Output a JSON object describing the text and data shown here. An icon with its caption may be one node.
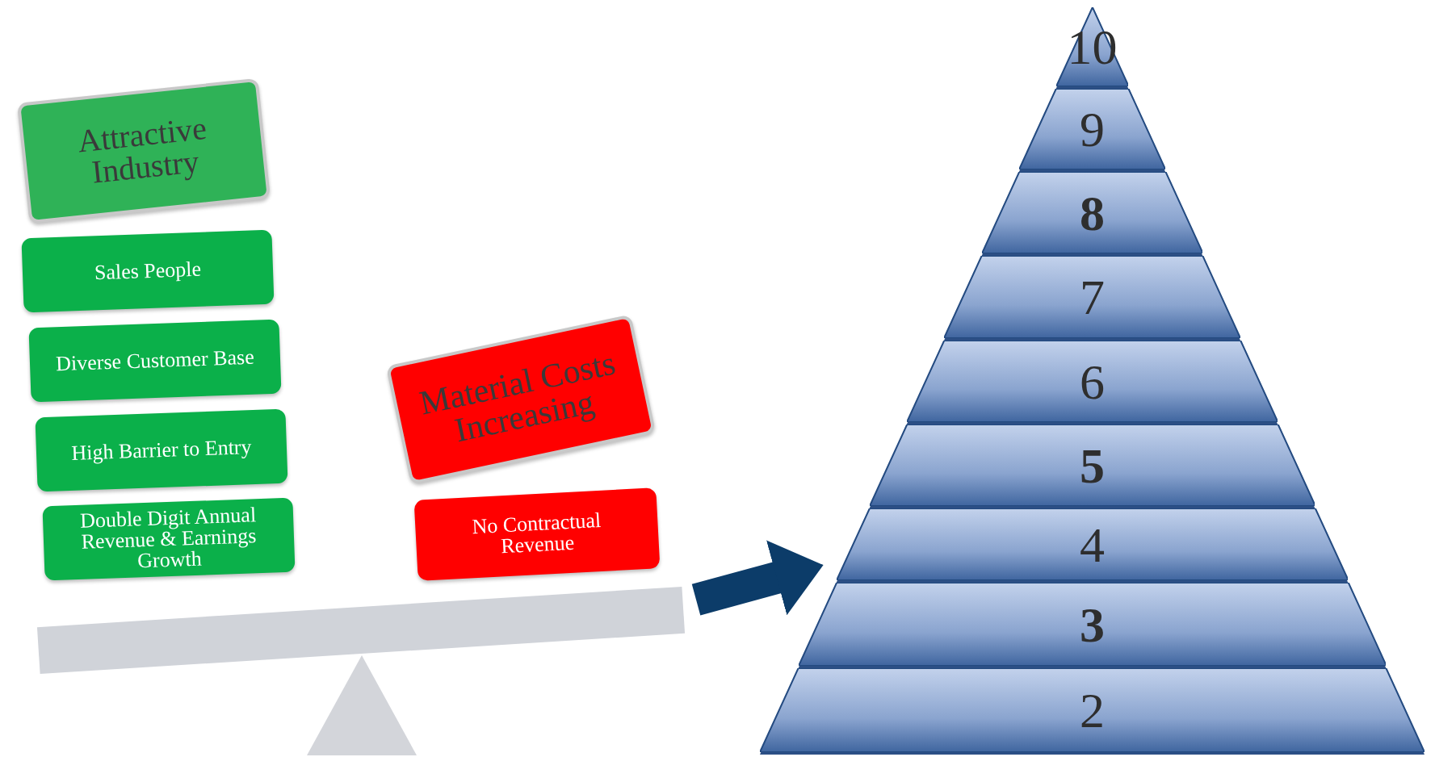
{
  "diagram": {
    "nodes": [
      {
        "text": [
          "Attractive Industry"
        ]
      },
      {
        "text": [
          "Sales People"
        ]
      },
      {
        "text": [
          "Diverse Customer Base"
        ]
      },
      {
        "text": [
          "High Barrier to Entry"
        ]
      },
      {
        "text": [
          "Double Digit Annual Revenue & Earnings Growth"
        ]
      },
      {
        "text": [
          "Material Costs Increasing"
        ]
      },
      {
        "text": [
          "No Contractual Revenue"
        ]
      },
      {
        "text": [],
        "shape": "bar"
      },
      {
        "text": [],
        "shape": "triangle"
      },
      {
        "text": [],
        "shape": "triangle"
      },
      {
        "text": [
          "10"
        ],
        "in": 9
      },
      {
        "text": [
          "9"
        ],
        "in": 9
      },
      {
        "text": [
          "8"
        ],
        "in": 9
      },
      {
        "text": [
          "7"
        ],
        "in": 9
      },
      {
        "text": [
          "6"
        ],
        "in": 9
      },
      {
        "text": [
          "5"
        ],
        "in": 9
      },
      {
        "text": [
          "4"
        ],
        "in": 9
      },
      {
        "text": [
          "3"
        ],
        "in": 9
      },
      {
        "text": [
          "2"
        ],
        "in": 9
      }
    ],
    "edges": [
      {
        "from": 7,
        "to": 9,
        "arrow": "to"
      }
    ]
  }
}
